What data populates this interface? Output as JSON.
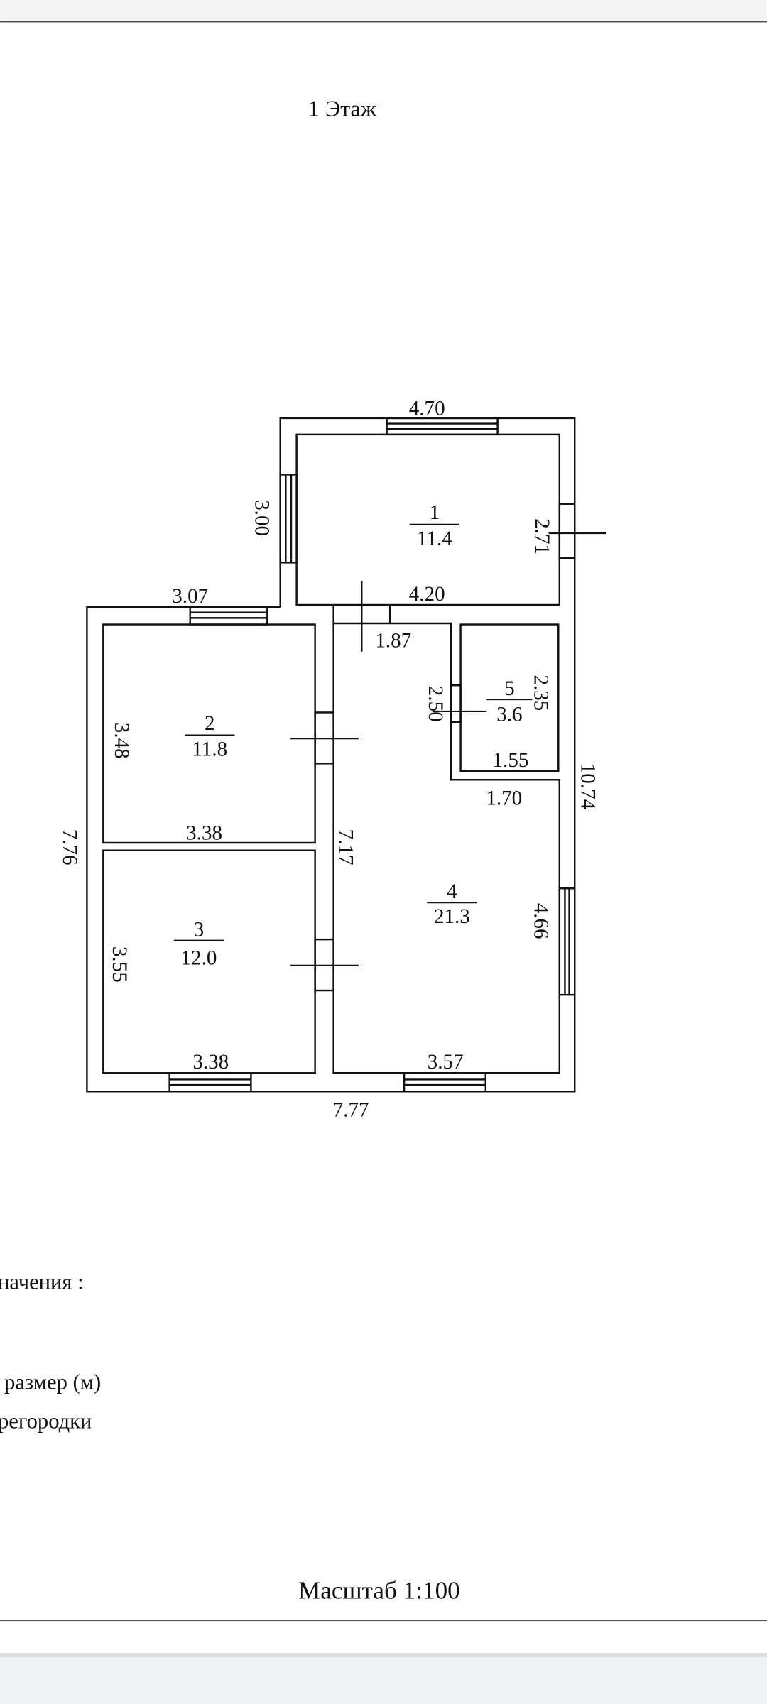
{
  "title": "1 Этаж",
  "rooms": [
    {
      "number": "1",
      "area": "11.4"
    },
    {
      "number": "2",
      "area": "11.8"
    },
    {
      "number": "3",
      "area": "12.0"
    },
    {
      "number": "4",
      "area": "21.3"
    },
    {
      "number": "5",
      "area": "3.6"
    }
  ],
  "dimensions": {
    "top_470": "4.70",
    "left_300": "3.00",
    "right_271": "2.71",
    "r1_bottom_420": "4.20",
    "top_left_307": "3.07",
    "corr_187": "1.87",
    "r2_left_348": "3.48",
    "r2_bottom_338": "3.38",
    "r5_left_250": "2.50",
    "r5_right_235": "2.35",
    "r5_bottom_155": "1.55",
    "notch_170": "1.70",
    "outer_right_1074": "10.74",
    "outer_left_776": "7.76",
    "corr_717": "7.17",
    "r3_left_355": "3.55",
    "r3_bottom_338": "3.38",
    "r4_right_466": "4.66",
    "r4_bottom_357": "3.57",
    "outer_bottom_777": "7.77"
  },
  "legend": {
    "heading": "начения :",
    "item_size": "размер (м)",
    "item_partitions": "регородки"
  },
  "scale": "Масштаб 1:100"
}
